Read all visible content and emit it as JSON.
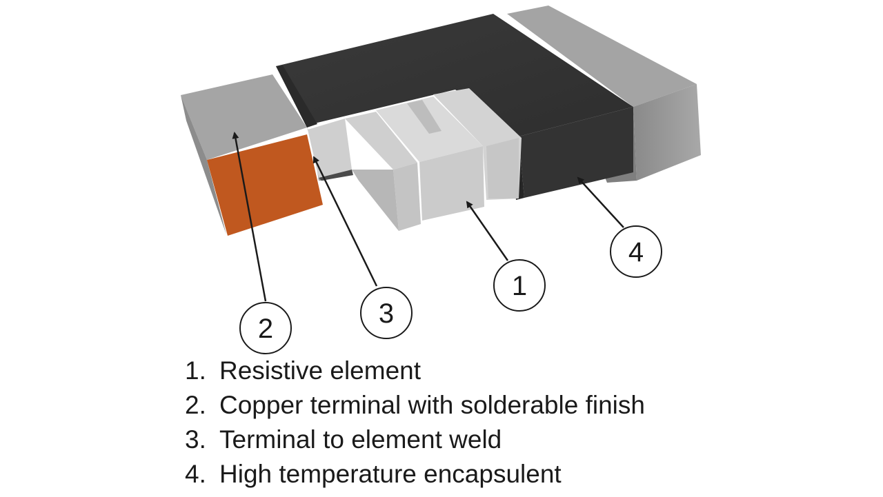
{
  "diagram": {
    "callouts": [
      {
        "number": "1",
        "label": "Resistive element"
      },
      {
        "number": "2",
        "label": "Copper terminal with solderable finish"
      },
      {
        "number": "3",
        "label": "Terminal to element weld"
      },
      {
        "number": "4",
        "label": "High temperature encapsulent"
      }
    ],
    "legend": [
      {
        "number": "1.",
        "text": "Resistive element"
      },
      {
        "number": "2.",
        "text": "Copper terminal with solderable finish"
      },
      {
        "number": "3.",
        "text": "Terminal to element weld"
      },
      {
        "number": "4.",
        "text": "High temperature encapsulent"
      }
    ],
    "colors": {
      "copper": "#c0581f",
      "encapsulant": "#3c3c3c",
      "terminal": "#9a9a9a",
      "element": "#d6d6d6",
      "outline": "#1a1a1a"
    }
  }
}
